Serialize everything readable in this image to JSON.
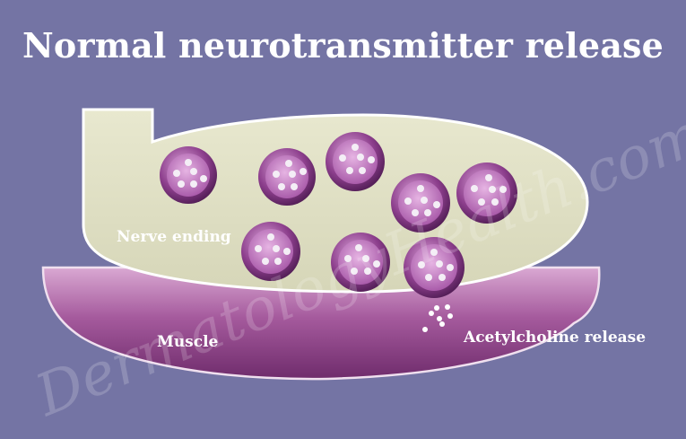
{
  "title": "Normal neurotransmitter release",
  "labels": {
    "nerve_ending": "Nerve ending",
    "muscle": "Muscle",
    "acetylcholine_release": "Acetylcholine release"
  },
  "watermark": "DermatologyHealth.com",
  "colors": {
    "background": "#7474a4",
    "nerve_ending": "#e2e2c6",
    "muscle": "#9a4f93",
    "vesicle": "#b260b0",
    "text": "#ffffff"
  }
}
